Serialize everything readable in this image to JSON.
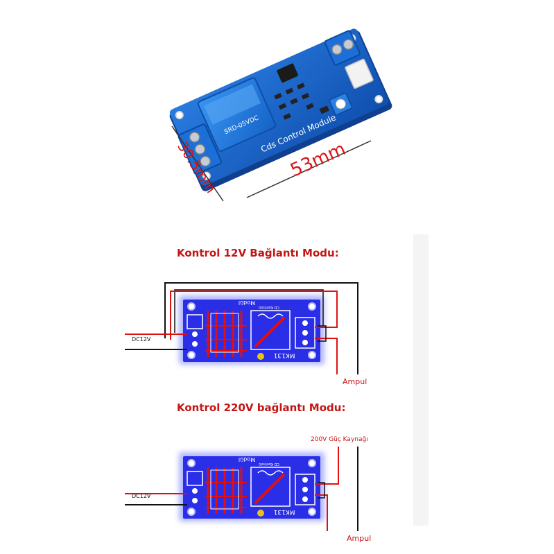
{
  "product": {
    "module_label": "Cds Control Module",
    "relay_text": "SRD-05VDC",
    "dim_width": "53mm",
    "dim_height": "30.5mm"
  },
  "diagram1": {
    "title": "Kontrol 12V Bağlantı Modu:",
    "power_label": "DC12V",
    "load_label": "Ampul",
    "board_marking": "MK131",
    "board_top_label": "Modül",
    "board_small_label": "CD Kontrolü"
  },
  "diagram2": {
    "title": "Kontrol 220V bağlantı Modu:",
    "power_label": "DC12V",
    "supply_label": "200V Güç Kaynağı",
    "load_label": "Ampul",
    "board_marking": "MK131",
    "board_top_label": "Modül",
    "board_small_label": "CD Kontrolü"
  },
  "colors": {
    "pcb_blue": "#1561c9",
    "pcb_diagram_blue": "#2a2ee6",
    "wire_red": "#e01010",
    "wire_black": "#111111",
    "title_red": "#c41414",
    "terminal_blue": "#1b6fd6",
    "dimension_red": "#d91515"
  }
}
